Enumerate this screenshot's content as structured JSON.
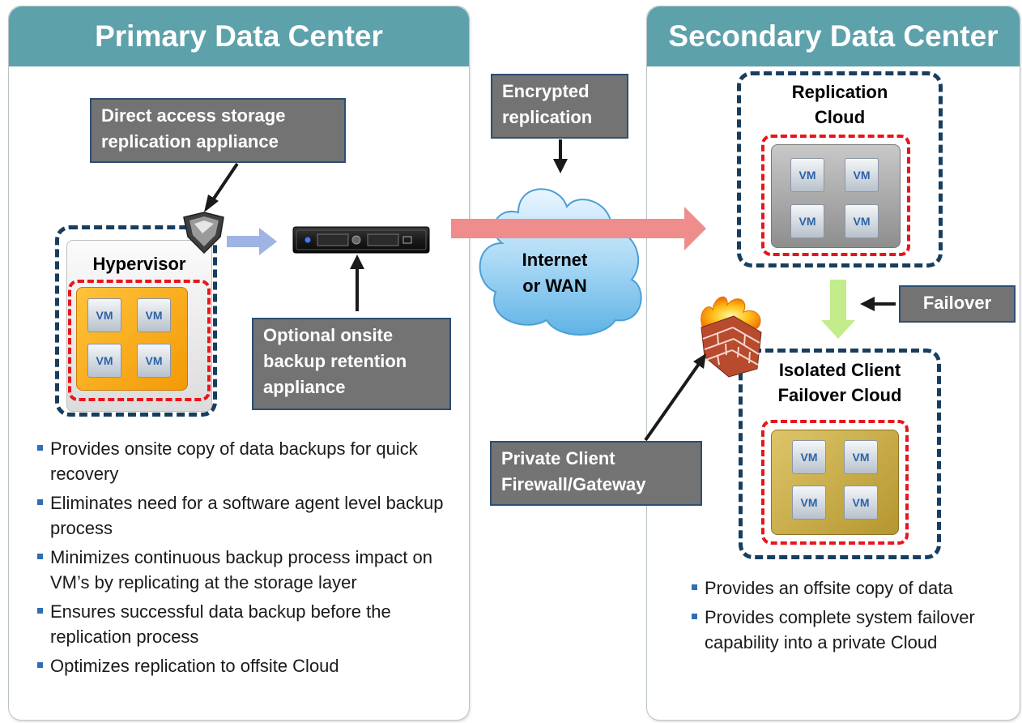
{
  "primary": {
    "title": "Primary Data Center",
    "callout_storage": [
      "Direct access storage",
      "replication appliance"
    ],
    "hypervisor_label": "Hypervisor",
    "vm_labels": [
      "VM",
      "VM",
      "VM",
      "VM"
    ],
    "callout_onsite": [
      "Optional onsite",
      "backup retention",
      "appliance"
    ],
    "bullets": [
      "Provides onsite copy of data backups for quick recovery",
      "Eliminates need for a software agent level backup process",
      "Minimizes continuous backup process impact on VM’s by replicating at the storage layer",
      "Ensures successful data backup before the replication process",
      "Optimizes replication to offsite Cloud"
    ]
  },
  "middle": {
    "callout_encrypted": [
      "Encrypted",
      "replication"
    ],
    "cloud_label": [
      "Internet",
      "or WAN"
    ],
    "callout_firewall": [
      "Private Client",
      "Firewall/Gateway"
    ]
  },
  "secondary": {
    "title": "Secondary Data Center",
    "replication_cloud": [
      "Replication",
      "Cloud"
    ],
    "vm_labels_top": [
      "VM",
      "VM",
      "VM",
      "VM"
    ],
    "callout_failover": "Failover",
    "isolated_cloud": [
      "Isolated Client",
      "Failover Cloud"
    ],
    "vm_labels_bottom": [
      "VM",
      "VM",
      "VM",
      "VM"
    ],
    "bullets": [
      "Provides an offsite copy of data",
      "Provides complete system failover capability into a private Cloud"
    ]
  },
  "colors": {
    "header_teal": "#5da1ab",
    "callout_gray": "#737373",
    "callout_border": "#2d4f73",
    "dash_navy": "#173e5e",
    "dash_red": "#e8151b",
    "hypervisor_orange": "#f5a20a",
    "replication_gray": "#a9a9a9",
    "failover_gold": "#c8aa45",
    "replication_arrow": "#ef8d8d",
    "flow_arrow_blue": "#9fb3e4",
    "failover_arrow_green": "#c3ec8a"
  },
  "icons": [
    "shield-icon",
    "server-appliance-icon",
    "cloud-icon",
    "firewall-icon"
  ]
}
